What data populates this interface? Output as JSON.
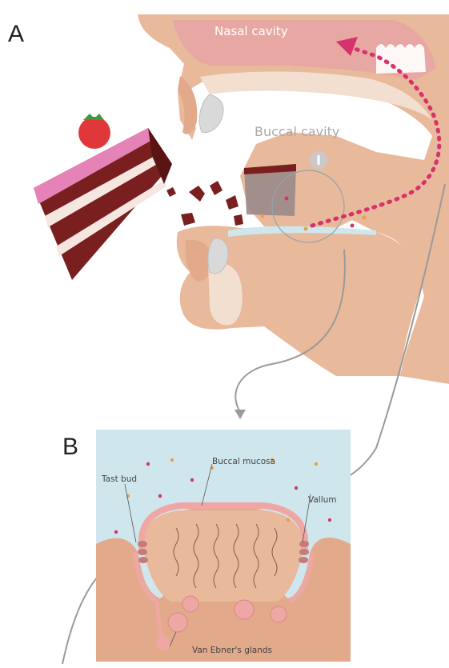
{
  "panels": {
    "a": {
      "letter": "A"
    },
    "b": {
      "letter": "B"
    }
  },
  "labels": {
    "nasal_cavity": "Nasal cavity",
    "buccal_cavity": "Buccal cavity",
    "tast_bud": "Tast bud",
    "buccal_mucosa": "Buccal mucosa",
    "vallum": "Vallum",
    "van_ebners_glands": "Van Ebner's glands"
  },
  "colors": {
    "skin": "#e9b99b",
    "skin_dark": "#e2a98a",
    "mucosa_pink": "#efa7a5",
    "aroma_path": "#d6336c",
    "cake_dark": "#7a1f1f",
    "frosting": "#e583b9",
    "strawberry": "#e0383a",
    "saliva": "#cfe6ec",
    "gray_connector": "#9a9a9a"
  },
  "icons": {
    "step_marker": "info-circle-icon",
    "arrow": "arrow-head-icon"
  }
}
